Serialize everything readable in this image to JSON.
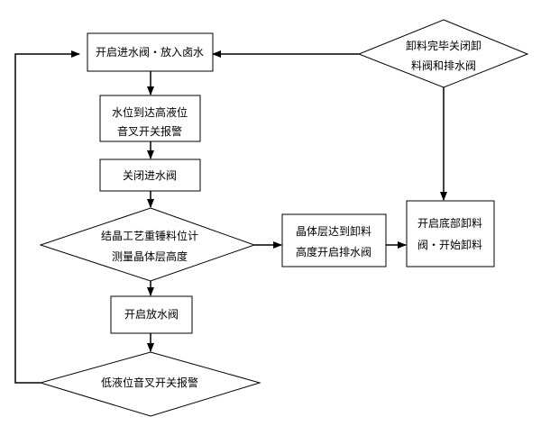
{
  "nodes": {
    "open_inlet": [
      "开启进水阀・放入卤水"
    ],
    "high_level": [
      "水位到达高液位",
      "音叉开关报警"
    ],
    "close_inlet": [
      "关闭进水阀"
    ],
    "crystal_measure": [
      "结晶工艺重锤料位计",
      "测量晶体层高度"
    ],
    "open_drain": [
      "开启放水阀"
    ],
    "low_level": [
      "低液位音叉开关报警"
    ],
    "crystal_reached": [
      "晶体层达到卸料",
      "高度开启排水阀"
    ],
    "start_unload": [
      "开启底部卸料",
      "阀・开始卸料"
    ],
    "unload_done": [
      "卸料完毕关闭卸",
      "料阀和排水阀"
    ]
  }
}
